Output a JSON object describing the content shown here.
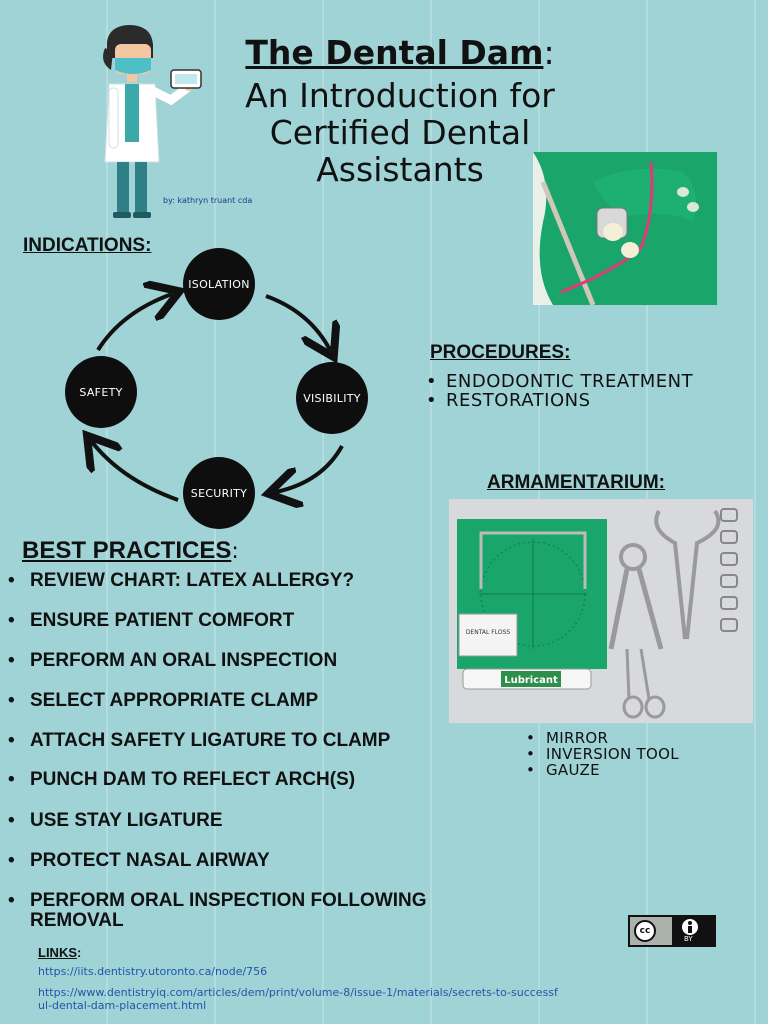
{
  "title": {
    "main": "The Dental Dam",
    "colon": ":",
    "line1": "An Introduction for",
    "line2": "Certified Dental",
    "line3": "Assistants"
  },
  "byline": "by: kathryn truant cda",
  "indications": {
    "heading": "INDICATIONS:",
    "nodes": [
      "ISOLATION",
      "VISIBILITY",
      "SECURITY",
      "SAFETY"
    ]
  },
  "procedures": {
    "heading": "PROCEDURES:",
    "items": [
      "ENDODONTIC TREATMENT",
      "RESTORATIONS"
    ]
  },
  "armamentarium": {
    "heading": "ARMAMENTARIUM:",
    "items": [
      "MIRROR",
      "INVERSION TOOL",
      "GAUZE"
    ],
    "photo_floss_text": "DENTAL FLOSS",
    "photo_lubricant_text": "Lubricant"
  },
  "best_practices": {
    "heading": "BEST PRACTICES",
    "colon": ":",
    "items": [
      "REVIEW CHART: LATEX ALLERGY?",
      "ENSURE PATIENT COMFORT",
      "PERFORM AN ORAL INSPECTION",
      "SELECT APPROPRIATE CLAMP",
      "ATTACH SAFETY LIGATURE TO CLAMP",
      "PUNCH DAM TO REFLECT ARCH(S)",
      "USE STAY LIGATURE",
      "PROTECT NASAL AIRWAY",
      "PERFORM ORAL INSPECTION FOLLOWING REMOVAL"
    ]
  },
  "links": {
    "heading": "LINKS",
    "colon": ":",
    "items": [
      "https://iits.dentistry.utoronto.ca/node/756",
      "https://www.dentistryiq.com/articles/dem/print/volume-8/issue-1/materials/secrets-to-successful-dental-dam-placement.html"
    ]
  },
  "license": {
    "cc_text": "cc",
    "by_text": "BY"
  },
  "colors": {
    "background": "#9fd3d6",
    "dam_green": "#1aa56b",
    "node_fill": "#0e0e0e",
    "link": "#2255aa"
  }
}
